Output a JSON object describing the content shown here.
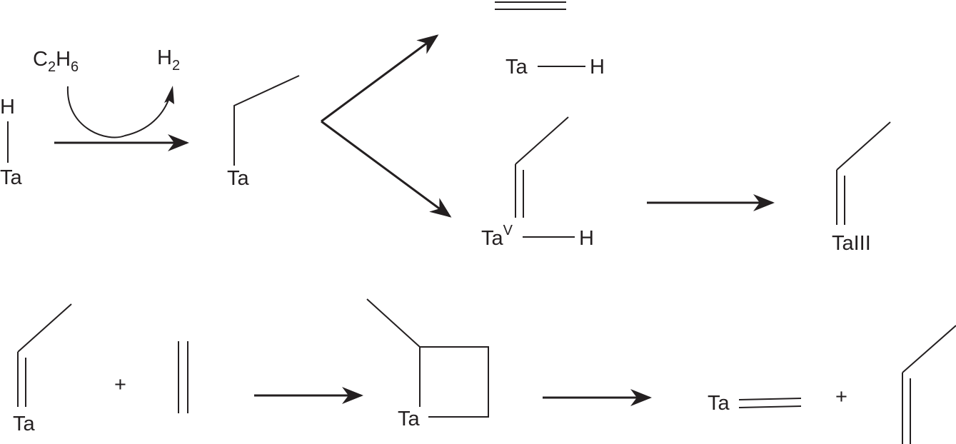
{
  "colors": {
    "ink": "#231f20",
    "background": "#ffffff"
  },
  "labels": {
    "reagent_ethane": {
      "main": "C",
      "sub1": "2",
      "mid": "H",
      "sub2": "6"
    },
    "product_h2": {
      "main": "H",
      "sub": "2"
    },
    "ta_h_start_h": "H",
    "ta_h_start_ta": "Ta",
    "ethyl_ta": "Ta",
    "tah_ta": "Ta",
    "tah_h": "H",
    "alkylidene_hydride_ta": "Ta",
    "alkylidene_hydride_ox": "V",
    "alkylidene_hydride_h": "H",
    "alkylidene_taIII": "TaIII",
    "alkylidene_ta_row2": "Ta",
    "plus_1": "+",
    "metallacycle_ta": "Ta",
    "methylidene_ta": "Ta",
    "plus_2": "+"
  }
}
